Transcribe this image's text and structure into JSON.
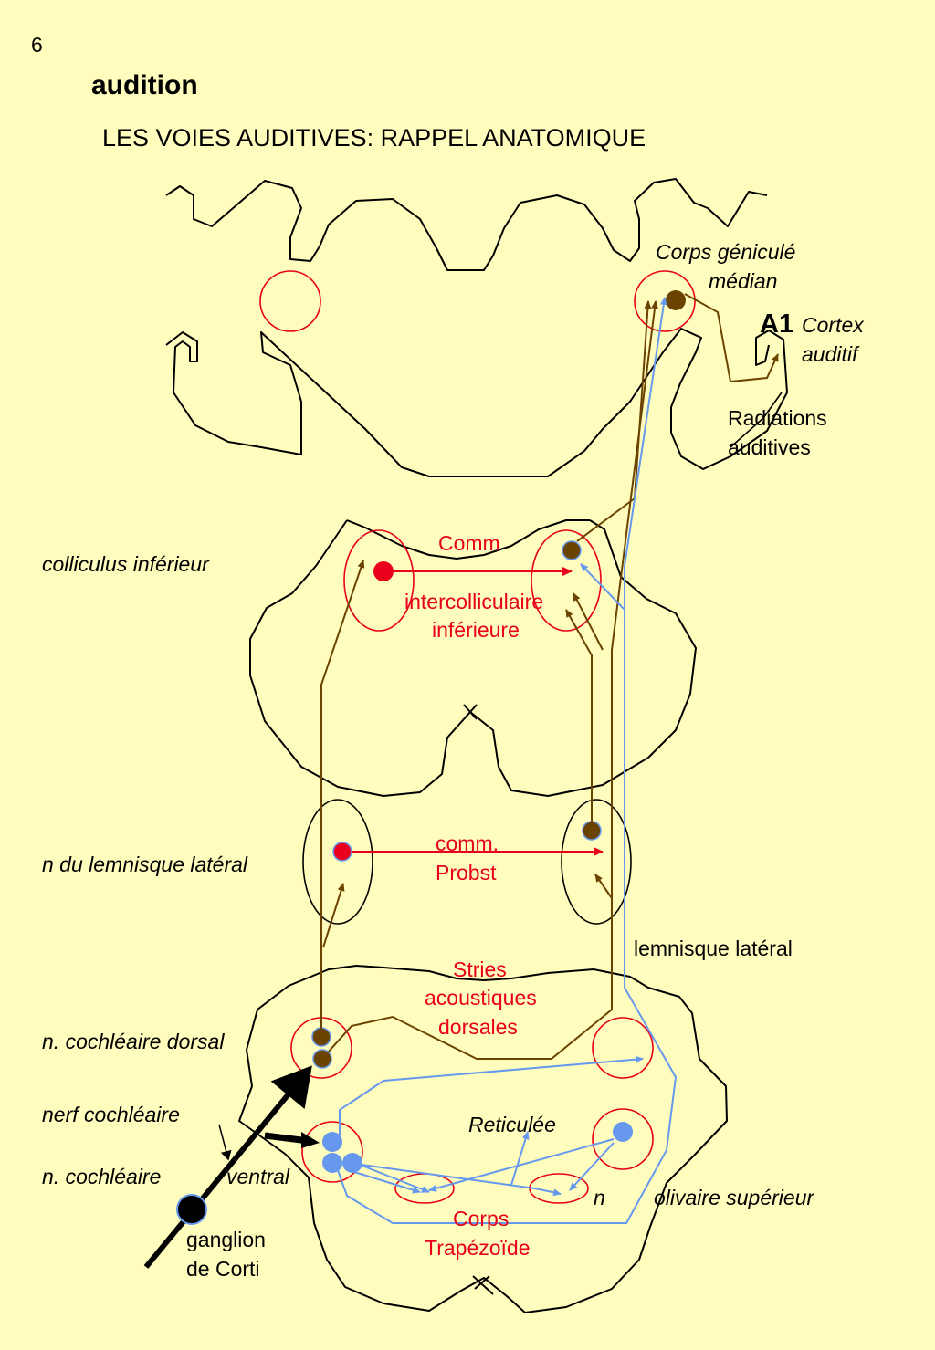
{
  "slide": {
    "page_number": "6",
    "heading": "audition",
    "subtitle": "LES VOIES AUDITIVES: RAPPEL ANATOMIQUE"
  },
  "labels": {
    "corps_genicule_1": "Corps géniculé",
    "corps_genicule_2": "médian",
    "a1": "A1",
    "cortex_1": "Cortex",
    "cortex_2": "auditif",
    "radiations_1": "Radiations",
    "radiations_2": "auditives",
    "colliculus": "colliculus inférieur",
    "comm_1": "Comm",
    "comm_2": "intercolliculaire",
    "comm_3": "inférieure",
    "lemnisque_nucleus": "n du lemnisque latéral",
    "probst_1": "comm.",
    "probst_2": "Probst",
    "lemnisque_lateral": "lemnisque latéral",
    "stries_1": "Stries",
    "stries_2": "acoustiques",
    "stries_3": "dorsales",
    "cochleaire_dorsal": "n. cochléaire dorsal",
    "nerf_cochleaire": "nerf cochléaire",
    "reticulee": "Reticulée",
    "cochleaire_ventral_1": "n. cochléaire",
    "cochleaire_ventral_2": "ventral",
    "n_letter": "n",
    "olivaire": "olivaire supérieur",
    "ganglion_1": "ganglion",
    "ganglion_2": "de Corti",
    "trapezoide_1": "Corps",
    "trapezoide_2": "Trapézoïde"
  },
  "colors": {
    "background": "#FFFDBD",
    "nucleus_outline": "#E8001C",
    "ascending_pathway": "#6B4300",
    "ventral_pathway": "#6699EE",
    "commissure": "#E8001C"
  }
}
